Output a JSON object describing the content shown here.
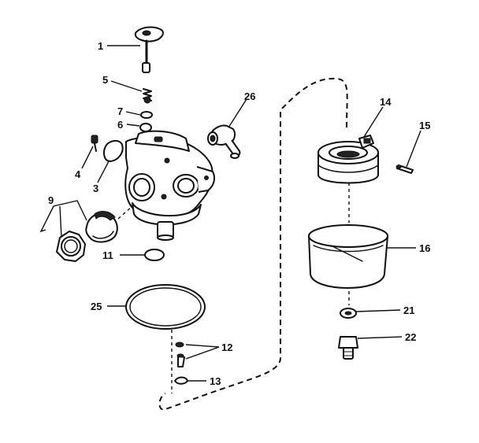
{
  "diagram": {
    "callouts": [
      {
        "id": "1",
        "label": "1"
      },
      {
        "id": "5",
        "label": "5"
      },
      {
        "id": "7",
        "label": "7"
      },
      {
        "id": "6",
        "label": "6"
      },
      {
        "id": "26",
        "label": "26"
      },
      {
        "id": "4",
        "label": "4"
      },
      {
        "id": "3",
        "label": "3"
      },
      {
        "id": "9",
        "label": "9"
      },
      {
        "id": "11",
        "label": "11"
      },
      {
        "id": "25",
        "label": "25"
      },
      {
        "id": "12",
        "label": "12"
      },
      {
        "id": "13",
        "label": "13"
      },
      {
        "id": "14",
        "label": "14"
      },
      {
        "id": "15",
        "label": "15"
      },
      {
        "id": "16",
        "label": "16"
      },
      {
        "id": "21",
        "label": "21"
      },
      {
        "id": "22",
        "label": "22"
      }
    ]
  }
}
